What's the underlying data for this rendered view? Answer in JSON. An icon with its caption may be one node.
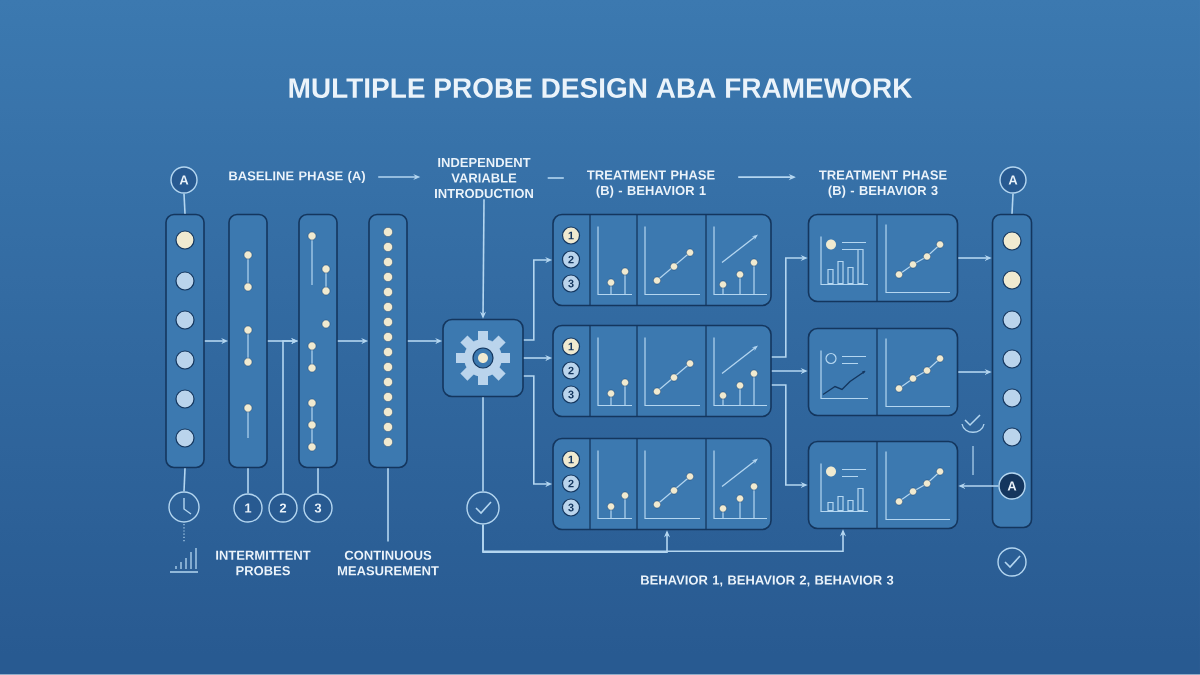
{
  "diagram": {
    "title": "MULTIPLE PROBE DESIGN ABA FRAMEWORK",
    "nodes": [
      {
        "text": [
          "A"
        ]
      },
      {
        "text": [
          "BASELINE PHASE (A)"
        ]
      },
      {
        "text": [
          "INDEPENDENT VARIABLE INTRODUCTION"
        ]
      },
      {
        "text": [
          "TREATMENT PHASE (B) - BEHAVIOR 1"
        ]
      },
      {
        "text": [
          "TREATMENT PHASE (B) - BEHAVIOR 3"
        ]
      },
      {
        "text": [
          "A"
        ]
      },
      {
        "text": [],
        "shape": "bar"
      },
      {
        "text": [],
        "shape": "bar"
      },
      {
        "text": [],
        "shape": "bar"
      },
      {
        "text": [],
        "shape": "bar"
      },
      {
        "text": [],
        "shape": "box"
      },
      {
        "text": [
          "1",
          "2",
          "3"
        ]
      },
      {
        "text": [
          "1",
          "2",
          "3"
        ]
      },
      {
        "text": [
          "1",
          "2",
          "3"
        ]
      },
      {
        "text": [],
        "shape": "box"
      },
      {
        "text": [],
        "shape": "box"
      },
      {
        "text": [],
        "shape": "box"
      },
      {
        "text": [],
        "shape": "bar"
      },
      {
        "text": [
          "A"
        ],
        "in": 17
      },
      {
        "text": [],
        "shape": "circle"
      },
      {
        "text": [
          "1"
        ]
      },
      {
        "text": [
          "2"
        ]
      },
      {
        "text": [
          "3"
        ]
      },
      {
        "text": [
          "CONTINUOUS MEASUREMENT"
        ]
      },
      {
        "text": [],
        "shape": "circle"
      }
    ],
    "edges": [
      {
        "from": 0,
        "to": 6,
        "arrow": "none"
      },
      {
        "from": 1,
        "to": 2,
        "arrow": "to"
      },
      {
        "from": 2,
        "to": 3,
        "arrow": "none"
      },
      {
        "from": 3,
        "to": 4,
        "arrow": "to"
      },
      {
        "from": 5,
        "to": 17,
        "arrow": "none"
      },
      {
        "from": 2,
        "to": 10,
        "arrow": "to"
      },
      {
        "from": 6,
        "to": 7,
        "arrow": "to"
      },
      {
        "from": 7,
        "to": 8,
        "arrow": "to"
      },
      {
        "from": 8,
        "to": 9,
        "arrow": "to"
      },
      {
        "from": 9,
        "to": 10,
        "arrow": "to"
      },
      {
        "from": 6,
        "to": 19,
        "arrow": "none"
      },
      {
        "from": 7,
        "to": 20,
        "arrow": "none"
      },
      {
        "from": 21,
        "to": 8,
        "arrow": "to"
      },
      {
        "from": 8,
        "to": 22,
        "arrow": "none"
      },
      {
        "from": 9,
        "to": 23,
        "arrow": "none"
      },
      {
        "from": 10,
        "to": 11,
        "arrow": "to"
      },
      {
        "from": 10,
        "to": 12,
        "arrow": "to"
      },
      {
        "from": 10,
        "to": 13,
        "arrow": "to"
      },
      {
        "from": 12,
        "to": 14,
        "arrow": "to"
      },
      {
        "from": 12,
        "to": 15,
        "arrow": "to"
      },
      {
        "from": 12,
        "to": 16,
        "arrow": "to"
      },
      {
        "from": 14,
        "to": 17,
        "arrow": "to"
      },
      {
        "from": 15,
        "to": 17,
        "arrow": "to"
      },
      {
        "from": 18,
        "to": 16,
        "arrow": "to"
      },
      {
        "from": 10,
        "to": 24,
        "arrow": "none"
      },
      {
        "from": 24,
        "to": 13,
        "arrow": "to"
      },
      {
        "from": 24,
        "to": 16,
        "arrow": "to"
      }
    ],
    "labels": [
      "INTERMITTENT PROBES",
      "BEHAVIOR 1, BEHAVIOR 2, BEHAVIOR 3"
    ]
  }
}
